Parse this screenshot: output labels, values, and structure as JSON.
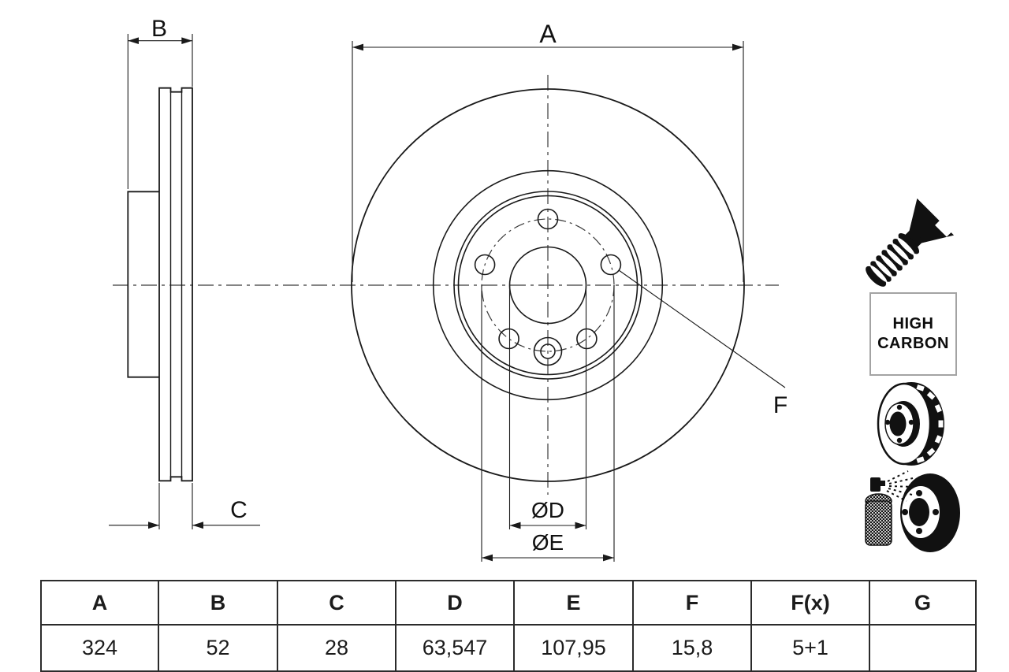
{
  "drawing": {
    "dim_a": "A",
    "dim_b": "B",
    "dim_c": "C",
    "dim_d": "ØD",
    "dim_e": "ØE",
    "dim_f": "F"
  },
  "high_carbon": {
    "line1": "HIGH",
    "line2": "CARBON"
  },
  "icons": {
    "screw": "countersunk-screw",
    "vented_disc": "vented-brake-disc",
    "spray_disc": "coated-disc-spray"
  },
  "table": {
    "headers": [
      "A",
      "B",
      "C",
      "D",
      "E",
      "F",
      "F(x)",
      "G"
    ],
    "values": [
      "324",
      "52",
      "28",
      "63,547",
      "107,95",
      "15,8",
      "5+1",
      ""
    ]
  }
}
